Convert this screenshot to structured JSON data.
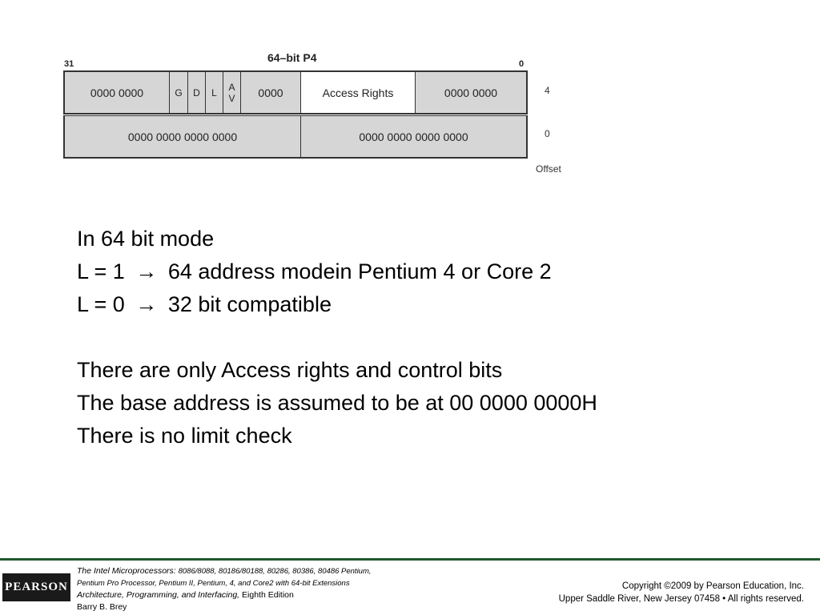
{
  "diagram": {
    "title": "64–bit P4",
    "bit_high": "31",
    "bit_low": "0",
    "top_row": {
      "cells": [
        "0000 0000",
        "G",
        "D",
        "L",
        "A",
        "V",
        "0000",
        "Access Rights",
        "0000 0000"
      ],
      "offset": "4"
    },
    "bottom_row": {
      "cells": [
        "0000 0000 0000 0000",
        "0000 0000 0000 0000"
      ],
      "offset": "0"
    },
    "offset_label": "Offset"
  },
  "body": {
    "line1": "In 64 bit mode",
    "line2_prefix": "L = 1",
    "line2_suffix": "64 address modein Pentium 4 or Core 2",
    "line3_prefix": "L = 0",
    "line3_suffix": "32 bit compatible",
    "arrow_icon": "→",
    "line5": "There are only Access rights and control bits",
    "line6": "The base address is assumed to be at 00 0000 0000H",
    "line7": "There is no limit check"
  },
  "footer": {
    "logo": "PEARSON",
    "book_title": "The Intel Microprocessors:",
    "book_subtitle_1": "8086/8088, 80186/80188, 80286, 80386, 80486 Pentium,",
    "book_subtitle_2": "Pentium Pro Processor, Pentium II, Pentium, 4, and Core2 with 64-bit Extensions",
    "book_subtitle_3": "Architecture, Programming, and Interfacing,",
    "edition": "Eighth Edition",
    "author": "Barry B. Brey",
    "copyright_1": "Copyright ©2009 by Pearson Education, Inc.",
    "copyright_2": "Upper Saddle River, New Jersey 07458 • All rights reserved."
  },
  "colors": {
    "cell_gray": "#d6d6d6",
    "footer_rule": "#1e5a2e",
    "logo_bg": "#1a1a1a"
  }
}
